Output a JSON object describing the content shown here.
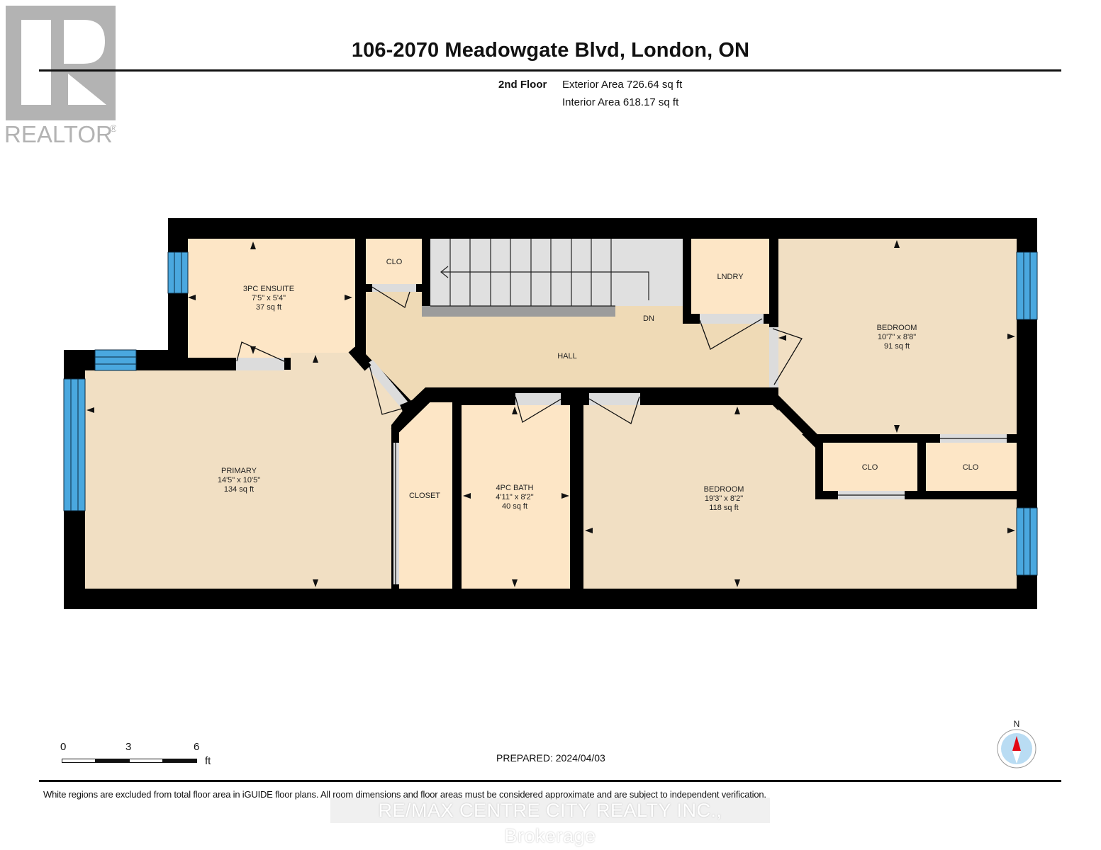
{
  "logo": {
    "letter": "R",
    "wordmark": "REALTOR",
    "registered": "®",
    "color": "#b3b3b3"
  },
  "header": {
    "title": "106-2070 Meadowgate Blvd, London, ON",
    "floor_label": "2nd Floor",
    "exterior_area": "Exterior Area 726.64 sq ft",
    "interior_area": "Interior Area 618.17 sq ft"
  },
  "colors": {
    "wall": "#000000",
    "room_fill": "#f1dfc3",
    "closet_fill": "#fde6c6",
    "hall_fill": "#efdab6",
    "stair_fill": "#e0e0e0",
    "door_swing": "#dcdcdc",
    "window": "#4aa8df",
    "compass_needle": "#e30613",
    "compass_face": "#b9dcf3"
  },
  "rooms": [
    {
      "id": "ensuite",
      "name": "3PC ENSUITE",
      "dims": "7'5\" x 5'4\"",
      "area": "37 sq ft"
    },
    {
      "id": "clo-hall",
      "name": "CLO"
    },
    {
      "id": "hall",
      "name": "HALL"
    },
    {
      "id": "stairs",
      "name": "DN"
    },
    {
      "id": "laundry",
      "name": "LNDRY"
    },
    {
      "id": "bedroom-ne",
      "name": "BEDROOM",
      "dims": "10'7\" x 8'8\"",
      "area": "91 sq ft"
    },
    {
      "id": "primary",
      "name": "PRIMARY",
      "dims": "14'5\" x 10'5\"",
      "area": "134 sq ft"
    },
    {
      "id": "closet",
      "name": "CLOSET"
    },
    {
      "id": "bath",
      "name": "4PC BATH",
      "dims": "4'11\" x 8'2\"",
      "area": "40 sq ft"
    },
    {
      "id": "bedroom-s",
      "name": "BEDROOM",
      "dims": "19'3\" x 8'2\"",
      "area": "118 sq ft"
    },
    {
      "id": "clo-1",
      "name": "CLO"
    },
    {
      "id": "clo-2",
      "name": "CLO"
    }
  ],
  "scale_bar": {
    "labels": [
      "0",
      "3",
      "6"
    ],
    "unit": "ft"
  },
  "prepared": "PREPARED: 2024/04/03",
  "compass": {
    "label": "N"
  },
  "footer": {
    "disclaimer": "White regions are excluded from total floor area in iGUIDE floor plans. All room dimensions and floor areas must be considered approximate and are subject to independent verification.",
    "brokerage": "RE/MAX CENTRE CITY REALTY INC., Brokerage"
  }
}
